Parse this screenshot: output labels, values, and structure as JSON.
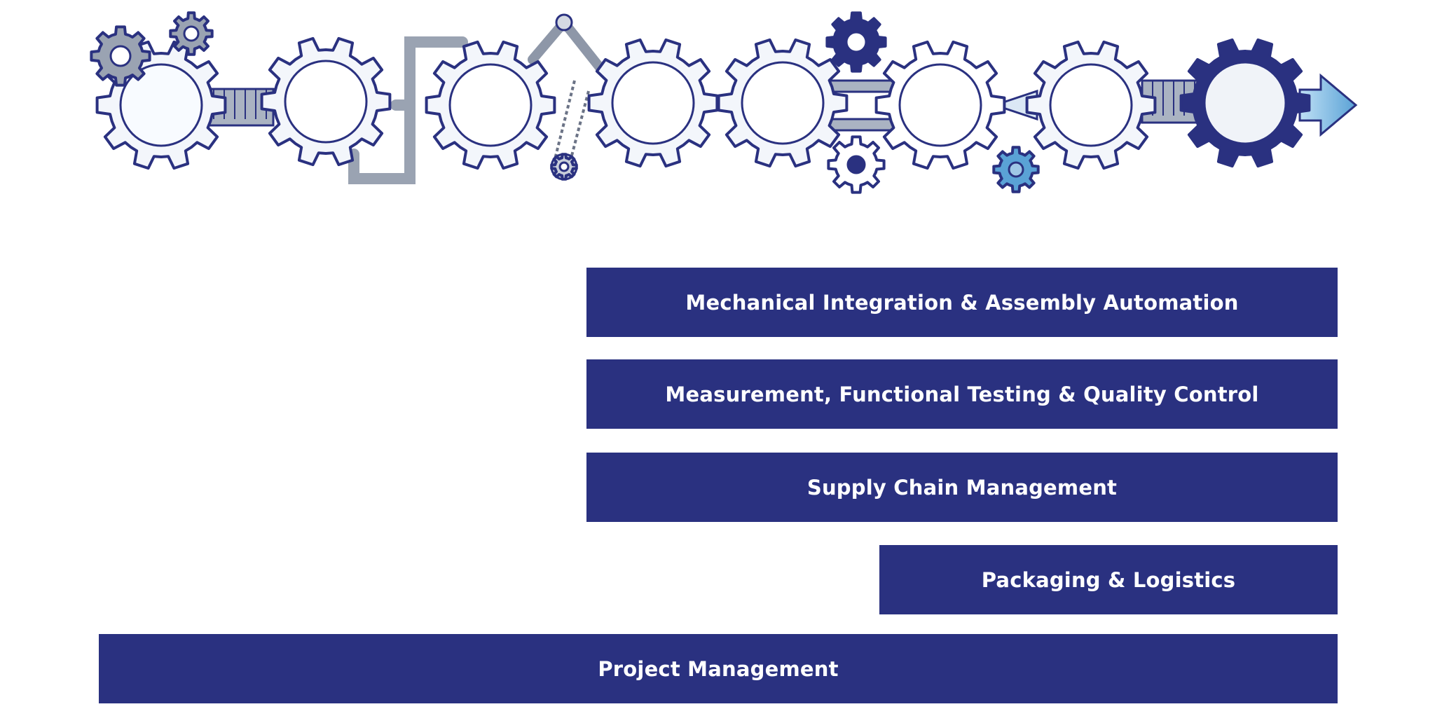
{
  "bars": [
    "Mechanical Integration & Assembly Automation",
    "Measurement, Functional Testing & Quality Control",
    "Supply Chain Management",
    "Packaging & Logistics",
    "Project Management"
  ],
  "colors": {
    "bar": "#2a3180",
    "bar_text": "#ffffff",
    "gear_outline": "#2a3180",
    "gear_fill": "#f3f6fb",
    "pipe": "#9aa3b2",
    "accent_blue": "#5aa2d6"
  }
}
